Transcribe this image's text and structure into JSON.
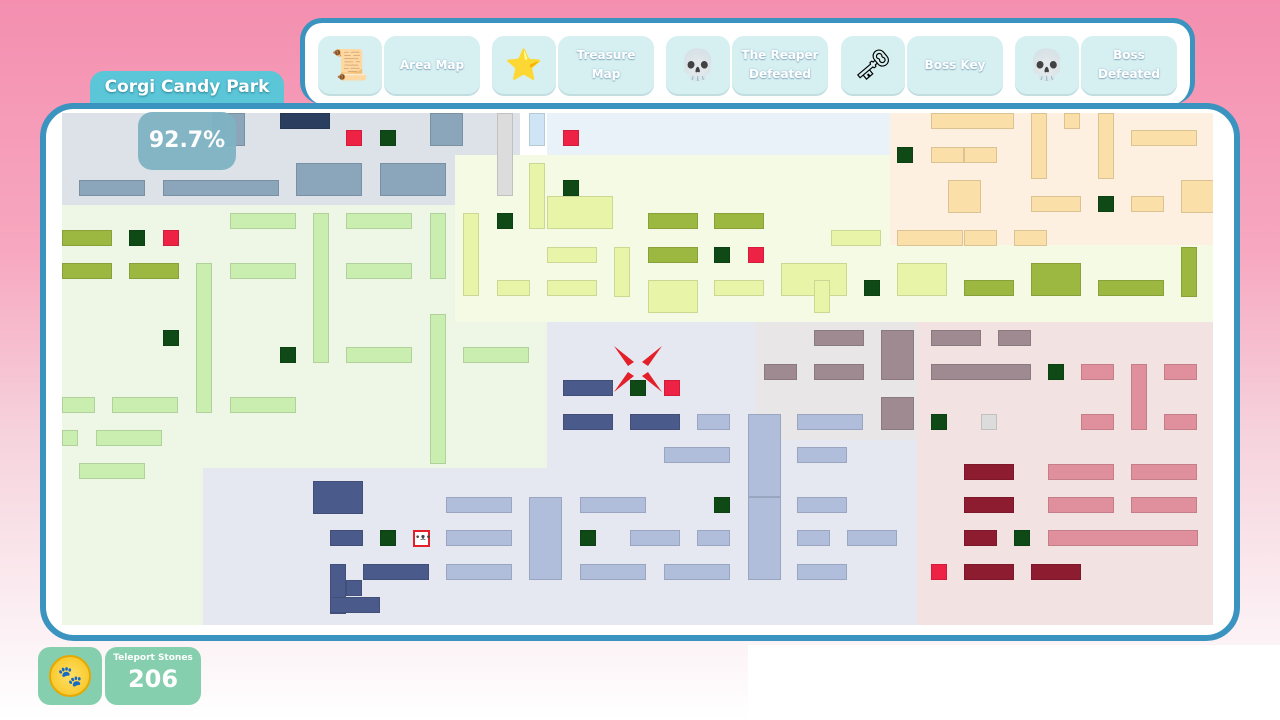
{
  "topbar": {
    "items": [
      {
        "icon": "scroll-icon",
        "glyph": "📜",
        "label": "Area Map"
      },
      {
        "icon": "star-gift-icon",
        "glyph": "⭐",
        "label": "Treasure Map"
      },
      {
        "icon": "skull-icon",
        "glyph": "💀",
        "label": "The Reaper Defeated"
      },
      {
        "icon": "key-icon",
        "glyph": "🗝",
        "label": "Boss Key"
      },
      {
        "icon": "skull-icon",
        "glyph": "💀",
        "label": "Boss Defeated"
      }
    ]
  },
  "area": {
    "name": "Corgi Candy Park",
    "completion": "92.7%"
  },
  "teleport": {
    "label": "Teleport Stones",
    "value": "206",
    "icon": "paw-coin-icon"
  },
  "colors": {
    "frame": "#3a94bf",
    "save_room": "#0f4a16",
    "boss_room": "#ee2244",
    "marker": "#e3202a"
  }
}
